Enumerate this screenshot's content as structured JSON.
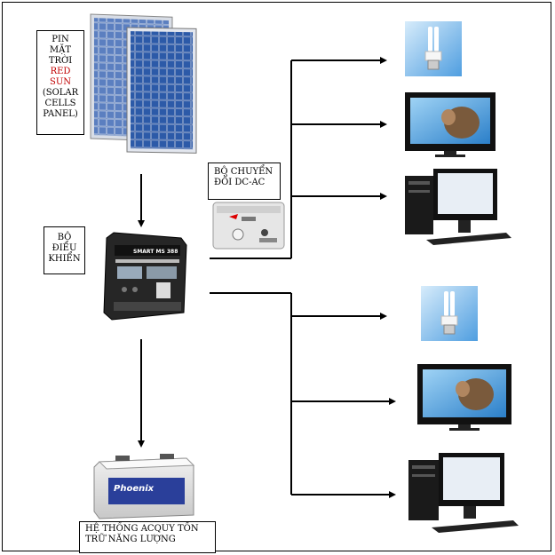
{
  "solar": {
    "lines": [
      "PIN",
      "MẶT",
      "TRỜI",
      "RED",
      "SUN",
      "(SOLAR",
      "CELLS",
      "PANEL)"
    ]
  },
  "controller": {
    "lines": [
      "BỘ",
      "ĐIỀU",
      "KHIỂN"
    ],
    "device_text": "SMART MS 388"
  },
  "converter": {
    "lines": [
      "BỘ CHUYỂN",
      "ĐỔI DC-AC"
    ]
  },
  "battery": {
    "lines": [
      "HỆ THỐNG ACQUY TỒN",
      "TRỮ NĂNG LƯỢNG"
    ],
    "brand": "Phoenix"
  },
  "colors": {
    "line": "#000000",
    "accent_red": "#c00000",
    "screen_blue": "#3a8ed6"
  },
  "icons": [
    "solar-panel-icon",
    "charge-controller-icon",
    "inverter-icon",
    "battery-icon",
    "cfl-bulb-icon",
    "lcd-tv-icon",
    "desktop-computer-icon"
  ]
}
